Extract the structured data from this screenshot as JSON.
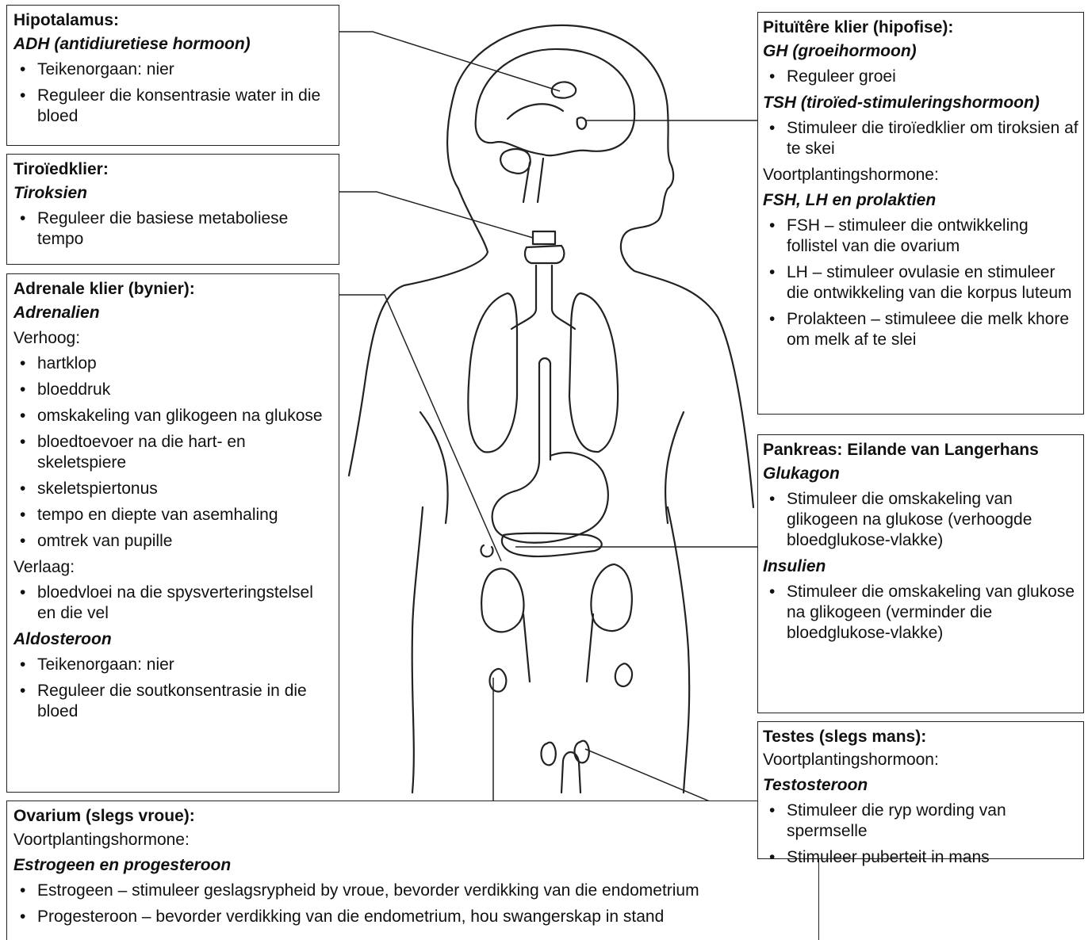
{
  "hypothalamus": {
    "title": "Hipotalamus:",
    "hormone": "ADH (antidiuretiese hormoon)",
    "bullets": [
      "Teikenorgaan: nier",
      "Reguleer die konsentrasie water in die bloed"
    ]
  },
  "thyroid": {
    "title": "Tiroïedklier:",
    "hormone": "Tiroksien",
    "bullets": [
      "Reguleer die basiese metaboliese tempo"
    ]
  },
  "adrenal": {
    "title": "Adrenale klier (bynier):",
    "hormone1": "Adrenalien",
    "increase_label": "Verhoog:",
    "increase": [
      "hartklop",
      "bloeddruk",
      "omskakeling van glikogeen na glukose",
      "bloedtoevoer na die hart- en skeletspiere",
      "skeletspiertonus",
      "tempo en diepte van asemhaling",
      "omtrek van pupille"
    ],
    "decrease_label": "Verlaag:",
    "decrease": [
      "bloedvloei na die spysverteringstelsel en die vel"
    ],
    "hormone2": "Aldosteroon",
    "aldosterone": [
      "Teikenorgaan: nier",
      "Reguleer die soutkonsentrasie in die bloed"
    ]
  },
  "ovary": {
    "title": "Ovarium (slegs vroue):",
    "label": "Voortplantingshormone:",
    "hormone": "Estrogeen en progesteroon",
    "bullets": [
      "Estrogeen – stimuleer geslagsrypheid by vroue, bevorder verdikking van die endometrium",
      "Progesteroon – bevorder verdikking van die endometrium, hou swangerskap in stand"
    ]
  },
  "pituitary": {
    "title": "Pituïtêre klier (hipofise):",
    "gh": "GH (groeihormoon)",
    "gh_bullets": [
      "Reguleer groei"
    ],
    "tsh": "TSH (tiroïed-stimuleringshormoon)",
    "tsh_bullets": [
      "Stimuleer die tiroïedklier om tiroksien af te skei"
    ],
    "repro_label": "Voortplantingshormone:",
    "repro": "FSH, LH en prolaktien",
    "repro_bullets": [
      "FSH – stimuleer die ontwikkeling follistel van die ovarium",
      "LH – stimuleer ovulasie en stimuleer die ontwikkeling van die korpus luteum",
      "Prolakteen – stimuleee die melk khore om melk af te slei"
    ]
  },
  "pancreas": {
    "title": "Pankreas: Eilande van Langerhans",
    "hormone1": "Glukagon",
    "bullets1": [
      "Stimuleer die omskakeling van glikogeen na glukose (verhoogde bloedglukose-vlakke)"
    ],
    "hormone2": "Insulien",
    "bullets2": [
      "Stimuleer die omskakeling van glukose na glikogeen (verminder die bloedglukose-vlakke)"
    ]
  },
  "testes": {
    "title": "Testes (slegs mans):",
    "label": "Voortplantingshormoon:",
    "hormone": "Testosteroon",
    "bullets": [
      "Stimuleer die ryp wording van spermselle",
      "Stimuleer puberteit in mans"
    ]
  }
}
